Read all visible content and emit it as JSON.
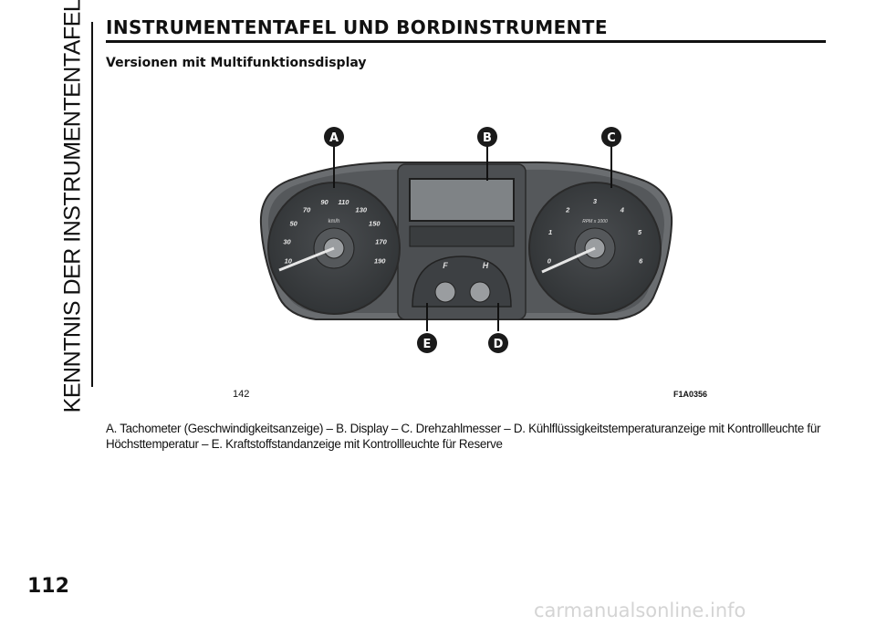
{
  "side_tab": {
    "text": "KENNTNIS DER INSTRUMENTENTAFEL"
  },
  "header": {
    "title": "INSTRUMENTENTAFEL UND BORDINSTRUMENTE",
    "subtitle": "Versionen mit Multifunktionsdisplay"
  },
  "figure": {
    "number": "142",
    "code": "F1A0356",
    "callouts": [
      "A",
      "B",
      "C",
      "D",
      "E"
    ],
    "speedometer": {
      "unit": "km/h",
      "ticks": [
        "10",
        "30",
        "50",
        "70",
        "90",
        "110",
        "130",
        "150",
        "170",
        "190"
      ]
    },
    "tachometer": {
      "unit": "RPM x 1000",
      "ticks": [
        "0",
        "1",
        "2",
        "3",
        "4",
        "5",
        "6"
      ]
    },
    "fuel_gauge": {
      "label": "F"
    },
    "temp_gauge": {
      "label": "H"
    }
  },
  "caption": "A. Tachometer (Geschwindigkeitsanzeige) – B. Display – C. Drehzahlmesser – D. Kühlflüssigkeitstemperaturanzeige mit Kontrollleuchte für Höchsttemperatur – E. Kraftstoffstandanzeige mit Kontrollleuchte für Reserve",
  "page_number": "112",
  "watermark": "carmanualsonline.info",
  "colors": {
    "panel": "#55585b",
    "dial": "#3d4043",
    "callout": "#1a1a1a"
  }
}
